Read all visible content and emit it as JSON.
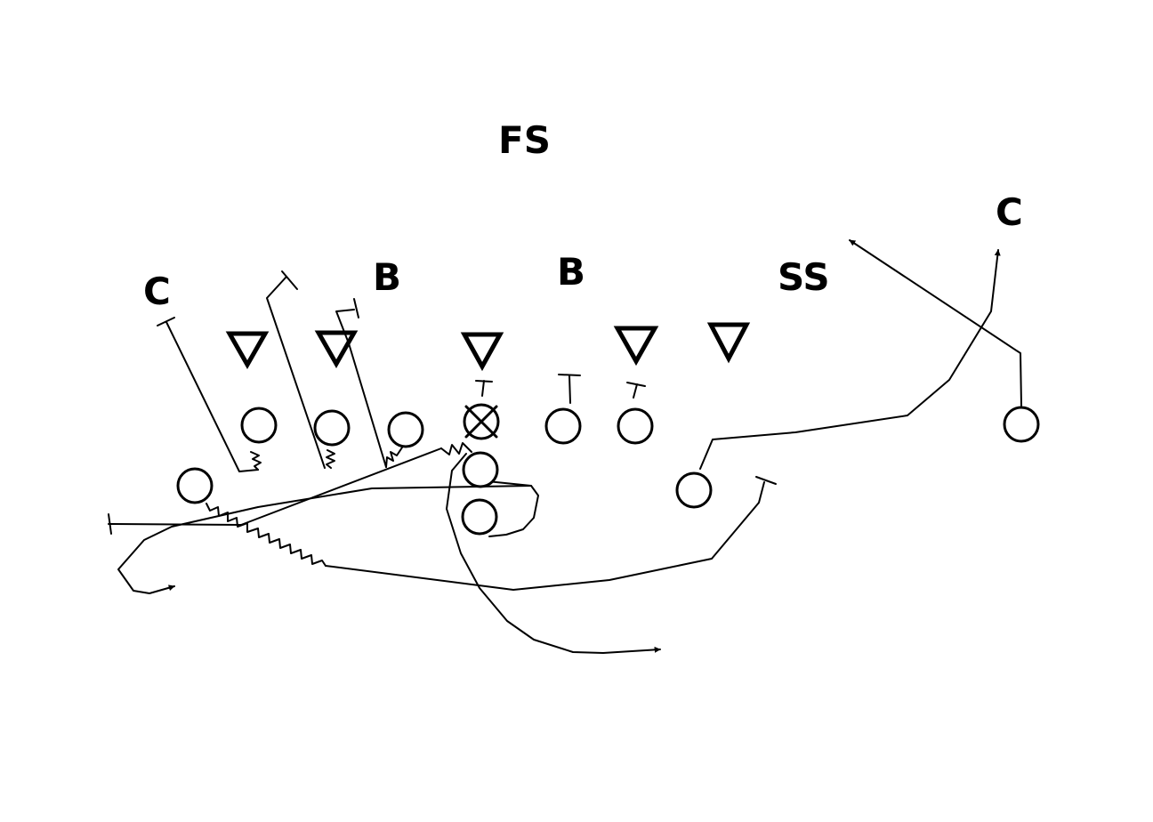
{
  "labels": {
    "fs": "FS",
    "ss": "SS",
    "corner_left": "C",
    "corner_right": "C",
    "backer_left": "B",
    "backer_right": "B"
  },
  "colors": {
    "ink": "#000000",
    "background": "#ffffff"
  }
}
